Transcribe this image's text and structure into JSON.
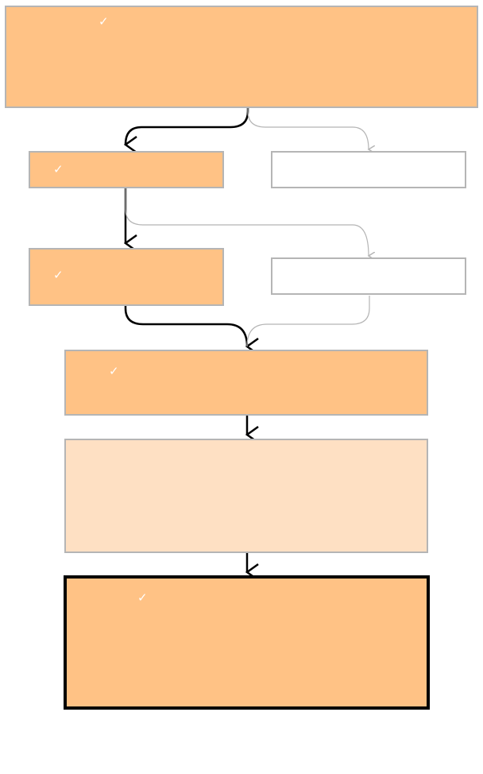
{
  "flowchart": {
    "colors": {
      "fill_orange": "#FFC285",
      "fill_light": "#FEE0C3",
      "node_border": "#B5B5B5",
      "final_border": "#000000",
      "path_taken": "#000000",
      "path_not_taken": "#B5B5B5",
      "check_mark": "#FFFFFF"
    },
    "nodes": [
      {
        "id": "step-1",
        "check": "✓",
        "fill": "orange",
        "border": "gray"
      },
      {
        "id": "step-2-left",
        "check": "✓",
        "fill": "orange",
        "border": "gray"
      },
      {
        "id": "step-2-right",
        "check": "",
        "fill": "white",
        "border": "gray"
      },
      {
        "id": "step-3-left",
        "check": "✓",
        "fill": "orange",
        "border": "gray"
      },
      {
        "id": "step-3-right",
        "check": "",
        "fill": "white",
        "border": "gray"
      },
      {
        "id": "step-4",
        "check": "✓",
        "fill": "orange",
        "border": "gray"
      },
      {
        "id": "step-5",
        "check": "",
        "fill": "light",
        "border": "gray"
      },
      {
        "id": "step-6",
        "check": "✓",
        "fill": "orange",
        "border": "black"
      }
    ]
  }
}
